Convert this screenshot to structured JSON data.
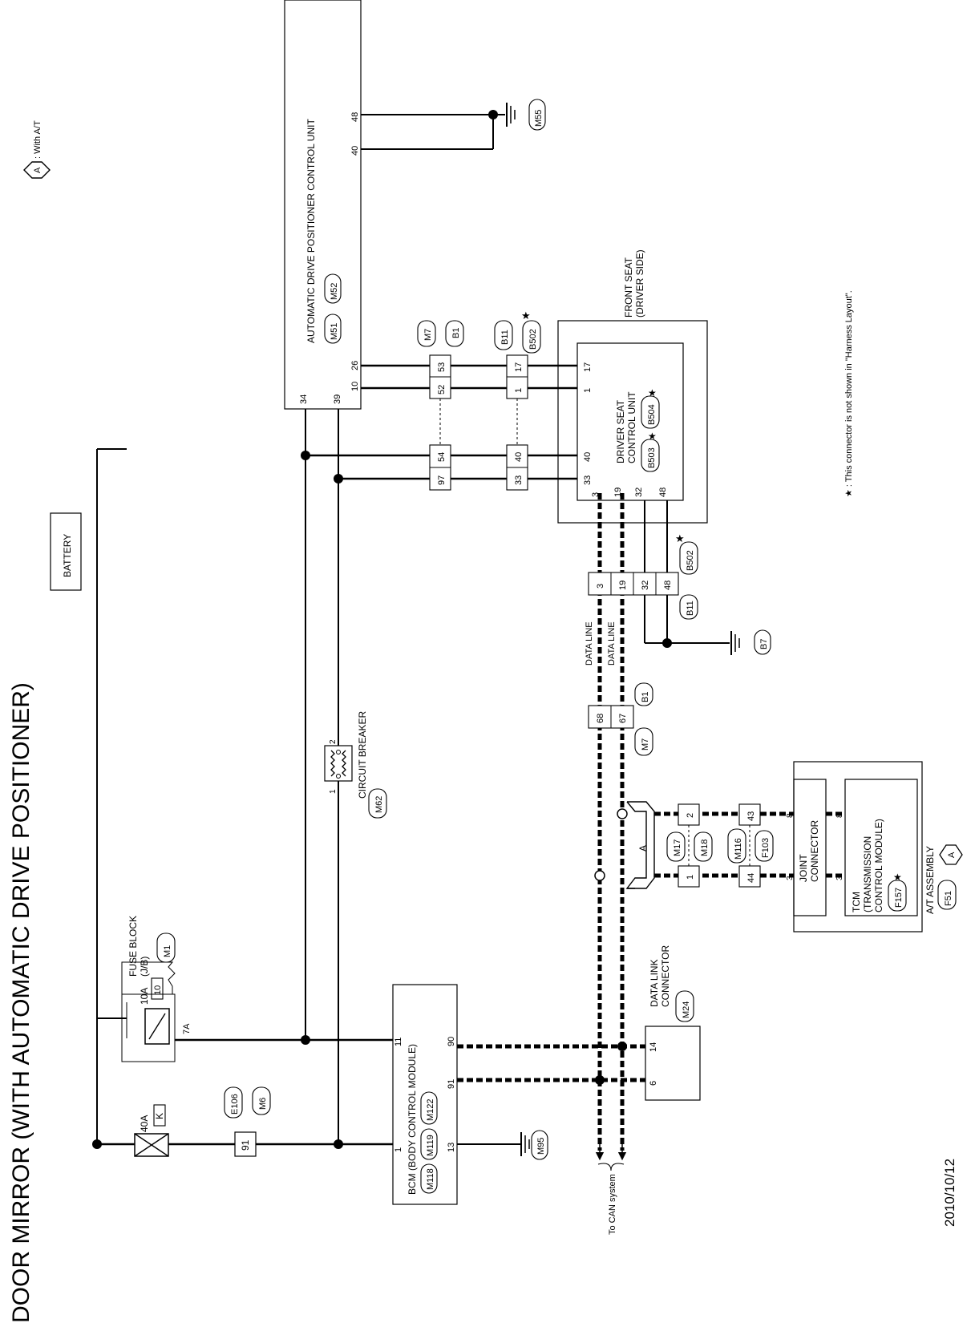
{
  "title": "DOOR MIRROR (WITH AUTOMATIC DRIVE POSITIONER)",
  "date": "2010/10/12",
  "legend": {
    "marker": "A",
    "text": ": With A/T"
  },
  "footnote": "★ : This connector is not shown in \"Harness Layout\".",
  "components": {
    "battery": "BATTERY",
    "fuse_40a": {
      "rating": "40A",
      "id": "K"
    },
    "fuse_10a": {
      "rating": "10A",
      "id": "10",
      "terminal": "7A"
    },
    "fuse_block": {
      "line1": "FUSE BLOCK",
      "line2": "(J/B)",
      "conn": "M1"
    },
    "e106": {
      "conn1": "E106",
      "conn2": "M6",
      "pin": "91"
    },
    "bcm": {
      "line1": "BCM (BODY CONTROL MODULE)",
      "conns": [
        "M118",
        "M119",
        "M122"
      ],
      "pins": [
        "1",
        "11",
        "90",
        "91",
        "13"
      ]
    },
    "circuit_breaker": {
      "label": "CIRCUIT BREAKER",
      "conn": "M62",
      "pin1": "1",
      "pin2": "2"
    },
    "adp_unit": {
      "line1": "AUTOMATIC DRIVE POSITIONER CONTROL UNIT",
      "conns": [
        "M51",
        "M52"
      ],
      "pins": [
        "34",
        "39",
        "10",
        "26",
        "40",
        "48"
      ]
    },
    "ground_m55": "M55",
    "ground_m95": "M95",
    "ground_b7": "B7",
    "data_link": {
      "line1": "DATA LINK",
      "line2": "CONNECTOR",
      "conn": "M24",
      "pins": [
        "14",
        "6"
      ]
    },
    "front_seat": {
      "line1": "FRONT SEAT",
      "line2": "(DRIVER SIDE)"
    },
    "driver_seat_cu": {
      "line1": "DRIVER SEAT",
      "line2": "CONTROL UNIT",
      "conns": [
        "B503",
        "B504"
      ],
      "pins": [
        "17",
        "1",
        "40",
        "33",
        "3",
        "19",
        "32",
        "48"
      ]
    },
    "conn_m7_b1_top": {
      "conn1": "M7",
      "conn2": "B1",
      "pins": [
        "53",
        "52",
        "54",
        "97"
      ]
    },
    "conn_b11_b502_top": {
      "conn1": "B11",
      "conn2": "B502",
      "pins": [
        "17",
        "1",
        "40",
        "33"
      ]
    },
    "conn_b11_b502_mid": {
      "conn1": "B11",
      "conn2": "B502",
      "pins": [
        "3",
        "19",
        "32",
        "48"
      ]
    },
    "conn_m7_b1_mid": {
      "conn1": "M7",
      "conn2": "B1",
      "pins": [
        "68",
        "67"
      ]
    },
    "data_line": "DATA LINE",
    "can_system": "To CAN system",
    "splice_a": "A",
    "conn_m17_m18": {
      "conn1": "M17",
      "conn2": "M18",
      "pins": [
        "2",
        "1"
      ]
    },
    "conn_m116_f103": {
      "conn1": "M116",
      "conn2": "F103",
      "pins": [
        "43",
        "44"
      ]
    },
    "joint_connector": {
      "line1": "JOINT",
      "line2": "CONNECTOR",
      "pins": [
        "8",
        "3"
      ]
    },
    "tcm": {
      "line1": "TCM",
      "line2": "(TRANSMISSION",
      "line3": "CONTROL MODULE)",
      "conn": "F157",
      "pins": [
        "8",
        "3"
      ]
    },
    "at_assembly": {
      "label": "A/T ASSEMBLY",
      "conn": "F51",
      "marker": "A"
    }
  }
}
